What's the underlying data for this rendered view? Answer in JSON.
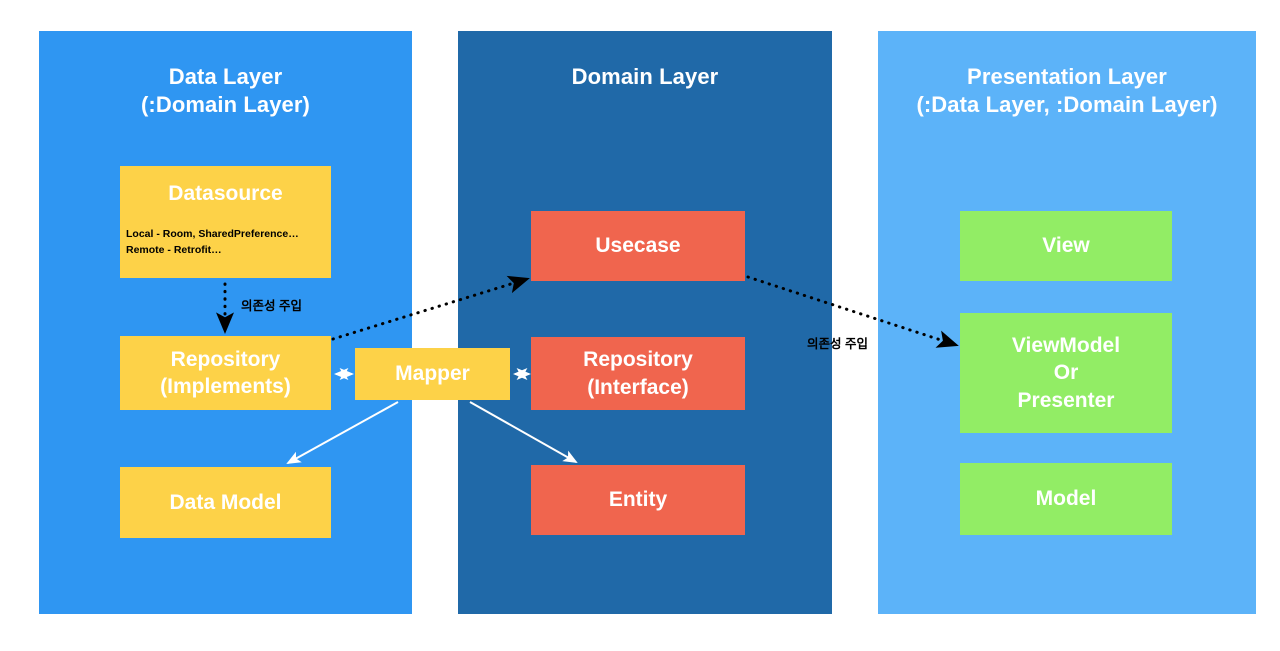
{
  "diagram": {
    "title": "Clean Architecture Layer Dependency Diagram",
    "colors": {
      "data_layer_bg": "#2F96F2",
      "domain_layer_bg": "#2069A8",
      "presentation_layer_bg": "#5CB3F9",
      "data_node": "#FDD248",
      "domain_node": "#F0654E",
      "presentation_node": "#92ED65",
      "connector_white": "#FFFFFF",
      "connector_black": "#000000",
      "page_bg": "#FFFFFF"
    }
  },
  "layers": [
    {
      "id": "data",
      "title": "Data Layer\n(:Domain Layer)",
      "title_main": "Data Layer",
      "title_sub": "(:Domain Layer)",
      "nodes": [
        {
          "id": "datasource",
          "label": "Datasource",
          "detail": "Local - Room, SharedPreference…\nRemote - Retrofit…"
        },
        {
          "id": "repository-implements",
          "label": "Repository\n(Implements)"
        },
        {
          "id": "data-model",
          "label": "Data Model"
        }
      ]
    },
    {
      "id": "domain",
      "title": "Domain Layer",
      "title_main": "Domain Layer",
      "title_sub": "",
      "nodes": [
        {
          "id": "usecase",
          "label": "Usecase"
        },
        {
          "id": "repository-interface",
          "label": "Repository\n(Interface)"
        },
        {
          "id": "entity",
          "label": "Entity"
        }
      ]
    },
    {
      "id": "presentation",
      "title": "Presentation Layer\n(:Data Layer, :Domain Layer)",
      "title_main": "Presentation Layer",
      "title_sub": "(:Data Layer, :Domain Layer)",
      "nodes": [
        {
          "id": "view",
          "label": "View"
        },
        {
          "id": "viewmodel-or-presenter",
          "label": "ViewModel\nOr\nPresenter"
        },
        {
          "id": "model",
          "label": "Model"
        }
      ]
    }
  ],
  "bridge_nodes": [
    {
      "id": "mapper",
      "label": "Mapper"
    }
  ],
  "edge_labels": [
    {
      "id": "di-datasource-repository",
      "text": "의존성 주입"
    },
    {
      "id": "di-usecase-viewmodel",
      "text": "의존성 주입"
    }
  ],
  "connectors": [
    {
      "id": "datasource-to-repository",
      "style": "dotted-arrow",
      "from": "datasource",
      "to": "repository-implements",
      "label": "의존성 주입"
    },
    {
      "id": "repository-impl-to-usecase",
      "style": "dotted-arrow",
      "from": "repository-implements",
      "to": "usecase",
      "label": ""
    },
    {
      "id": "usecase-to-viewmodel",
      "style": "dotted-arrow",
      "from": "usecase",
      "to": "viewmodel-or-presenter",
      "label": "의존성 주입"
    },
    {
      "id": "repository-impl-to-mapper",
      "style": "double-arrow",
      "from": "repository-implements",
      "to": "mapper",
      "label": ""
    },
    {
      "id": "mapper-to-repository-interface",
      "style": "double-arrow",
      "from": "mapper",
      "to": "repository-interface",
      "label": ""
    },
    {
      "id": "mapper-to-data-model",
      "style": "solid-arrow",
      "from": "mapper",
      "to": "data-model",
      "label": ""
    },
    {
      "id": "mapper-to-entity",
      "style": "solid-arrow",
      "from": "mapper",
      "to": "entity",
      "label": ""
    }
  ]
}
